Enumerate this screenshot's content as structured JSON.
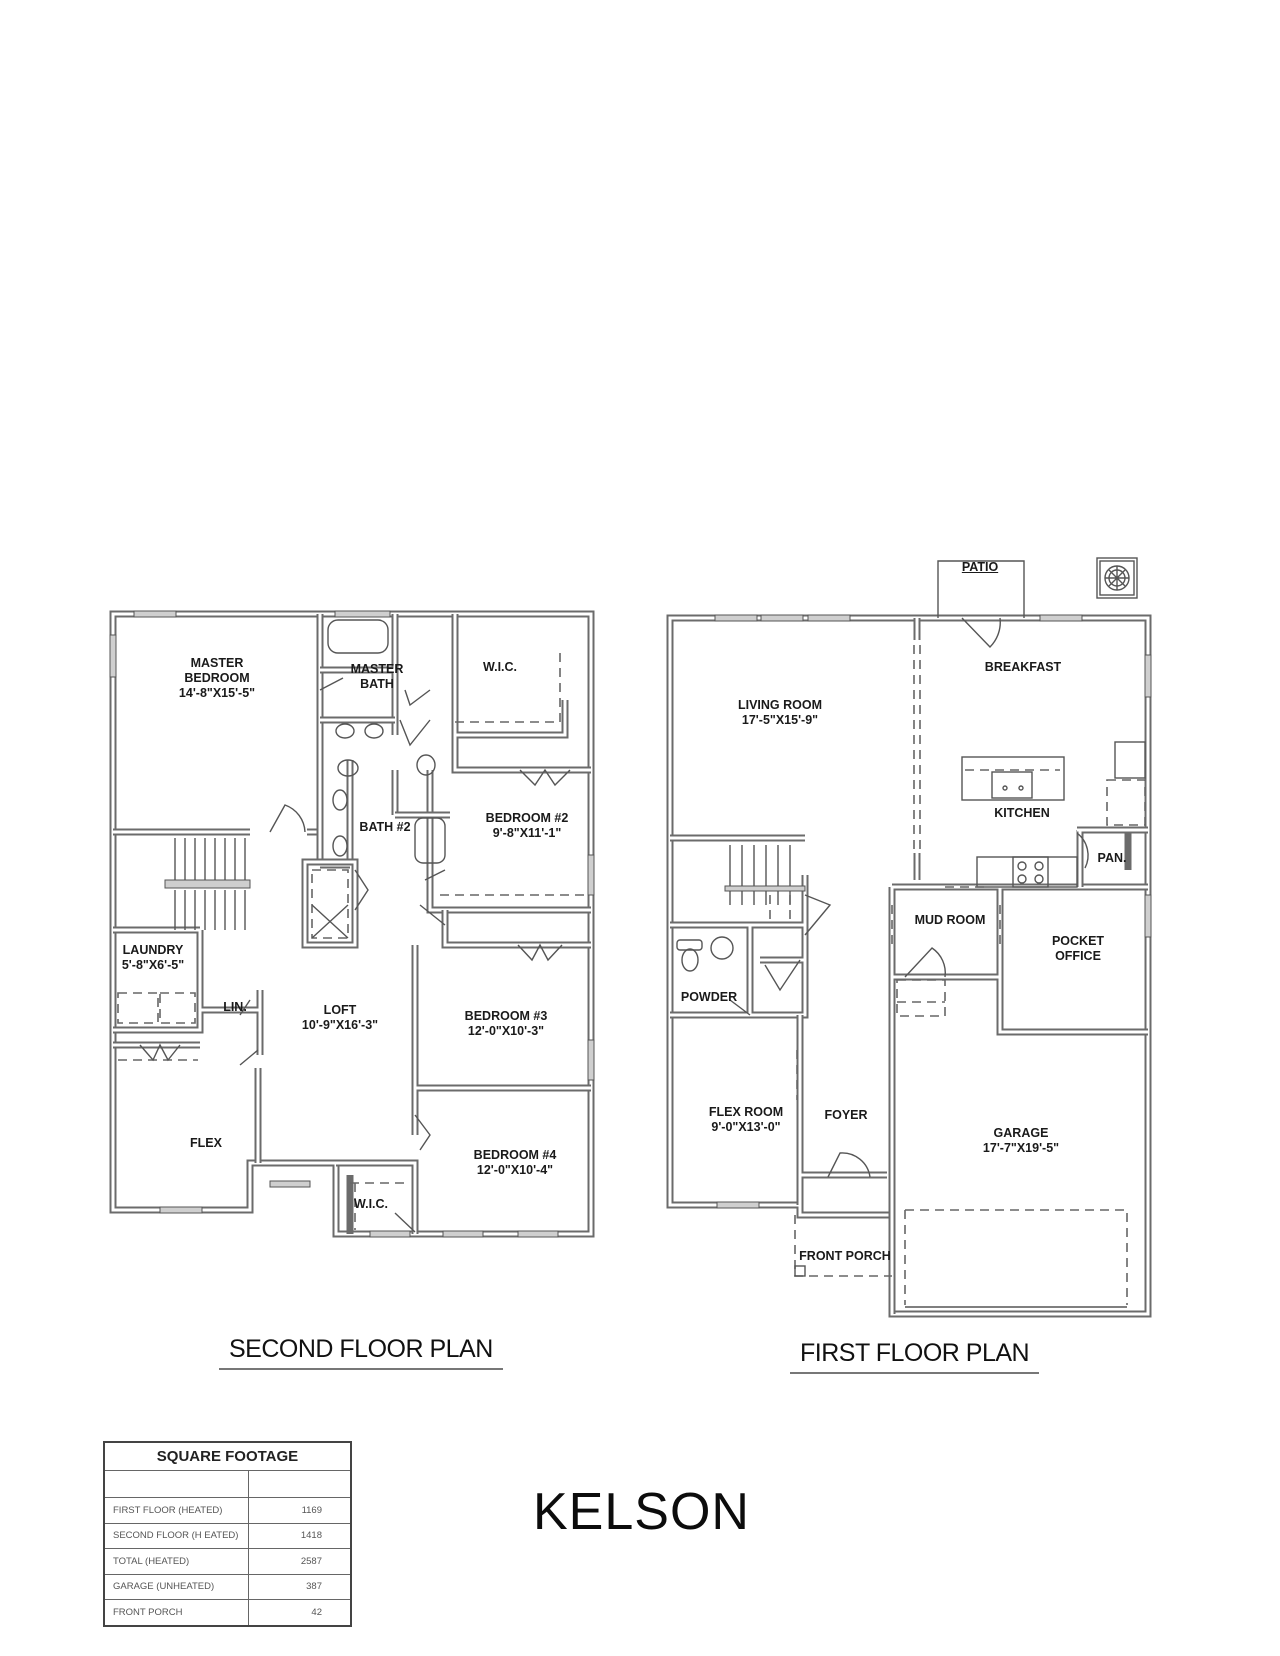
{
  "model_name": "KELSON",
  "second_floor": {
    "title": "SECOND FLOOR PLAN",
    "rooms": [
      {
        "name": "MASTER BEDROOM",
        "line1": "MASTER",
        "line2": "BEDROOM",
        "dims": "14'-8\"X15'-5\""
      },
      {
        "name": "MASTER BATH",
        "line1": "MASTER",
        "line2": "BATH"
      },
      {
        "name": "W.I.C.",
        "line1": "W.I.C."
      },
      {
        "name": "BEDROOM #2",
        "line1": "BEDROOM #2",
        "dims": "9'-8\"X11'-1\""
      },
      {
        "name": "BATH #2",
        "line1": "BATH #2"
      },
      {
        "name": "LAUNDRY",
        "line1": "LAUNDRY",
        "dims": "5'-8\"X6'-5\""
      },
      {
        "name": "LIN.",
        "line1": "LIN."
      },
      {
        "name": "LOFT",
        "line1": "LOFT",
        "dims": "10'-9\"X16'-3\""
      },
      {
        "name": "BEDROOM #3",
        "line1": "BEDROOM #3",
        "dims": "12'-0\"X10'-3\""
      },
      {
        "name": "FLEX",
        "line1": "FLEX"
      },
      {
        "name": "W.I.C.",
        "line1": "W.I.C."
      },
      {
        "name": "BEDROOM #4",
        "line1": "BEDROOM #4",
        "dims": "12'-0\"X10'-4\""
      }
    ]
  },
  "first_floor": {
    "title": "FIRST FLOOR PLAN",
    "rooms": [
      {
        "name": "PATIO",
        "line1": "PATIO"
      },
      {
        "name": "LIVING ROOM",
        "line1": "LIVING ROOM",
        "dims": "17'-5\"X15'-9\""
      },
      {
        "name": "BREAKFAST",
        "line1": "BREAKFAST"
      },
      {
        "name": "KITCHEN",
        "line1": "KITCHEN"
      },
      {
        "name": "PAN.",
        "line1": "PAN."
      },
      {
        "name": "MUD ROOM",
        "line1": "MUD ROOM"
      },
      {
        "name": "POCKET OFFICE",
        "line1": "POCKET",
        "line2": "OFFICE"
      },
      {
        "name": "POWDER",
        "line1": "POWDER"
      },
      {
        "name": "FLEX ROOM",
        "line1": "FLEX ROOM",
        "dims": "9'-0\"X13'-0\""
      },
      {
        "name": "FOYER",
        "line1": "FOYER"
      },
      {
        "name": "GARAGE",
        "line1": "GARAGE",
        "dims": "17'-7\"X19'-5\""
      },
      {
        "name": "FRONT PORCH",
        "line1": "FRONT PORCH"
      }
    ]
  },
  "square_footage": {
    "title": "SQUARE FOOTAGE",
    "rows": [
      {
        "label": "FIRST FLOOR  (HEATED)",
        "value": "1169"
      },
      {
        "label": "SECOND FLOOR (H EATED)",
        "value": "1418"
      },
      {
        "label": "TOTAL (HEATED)",
        "value": "2587"
      },
      {
        "label": "GARAGE (UNHEATED)",
        "value": "387"
      },
      {
        "label": "FRONT PORCH",
        "value": "42"
      }
    ]
  },
  "icons": {
    "hvac_unit": "ac-condenser-icon"
  }
}
